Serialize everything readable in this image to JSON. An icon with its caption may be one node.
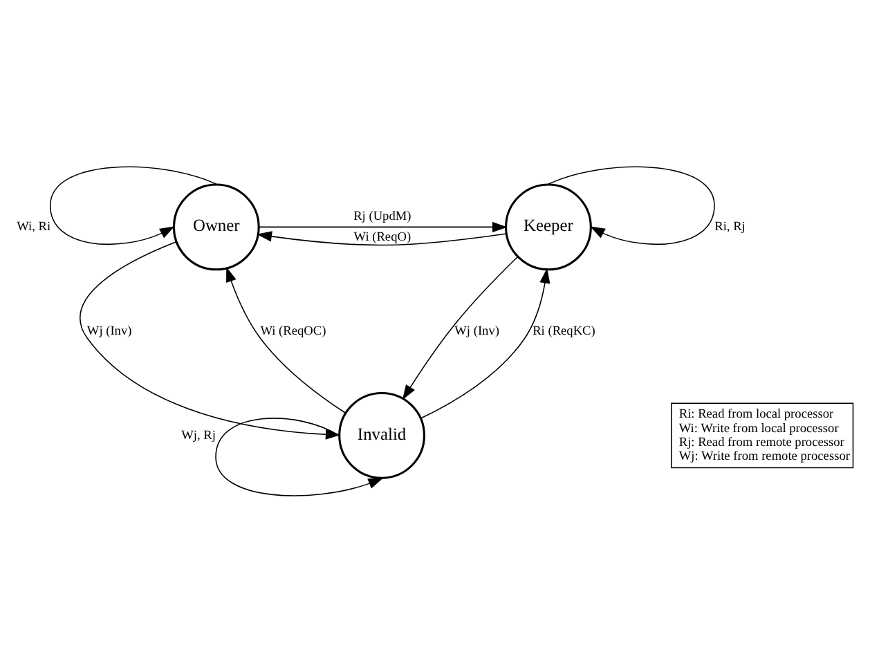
{
  "diagram": {
    "nodes": [
      {
        "text": [
          "Owner"
        ]
      },
      {
        "text": [
          "Keeper"
        ]
      },
      {
        "text": [
          "Invalid"
        ]
      },
      {
        "text": [
          "Ri: Read from local processor",
          "Wi: Write from local processor",
          "Rj: Read from remote processor",
          "Wj: Write from remote processor"
        ]
      }
    ],
    "edges": [
      {
        "from": 0,
        "to": 0,
        "arrow": "to",
        "label": "Wi, Ri"
      },
      {
        "from": 1,
        "to": 0,
        "arrow": "to",
        "label": "Wi (ReqO)"
      },
      {
        "from": 0,
        "to": 1,
        "arrow": "to",
        "label": "Rj (UpdM)"
      },
      {
        "from": 1,
        "to": 1,
        "arrow": "to",
        "label": "Ri, Rj"
      },
      {
        "from": 0,
        "to": 2,
        "arrow": "to",
        "label": "Wj (Inv)"
      },
      {
        "from": 2,
        "to": 0,
        "arrow": "to",
        "label": "Wi (ReqOC)"
      },
      {
        "from": 1,
        "to": 2,
        "arrow": "to",
        "label": "Wj (Inv)"
      },
      {
        "from": 2,
        "to": 1,
        "arrow": "to",
        "label": "Ri (ReqKC)"
      },
      {
        "from": 2,
        "to": 2,
        "arrow": "to",
        "label": "Wj, Rj"
      }
    ]
  }
}
